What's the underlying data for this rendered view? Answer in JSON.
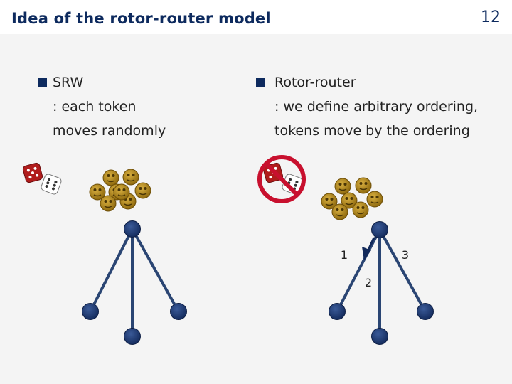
{
  "slide": {
    "title": "Idea of the rotor-router model",
    "page_number": "12"
  },
  "left_bullet": {
    "heading": "SRW",
    "line2": ": each token",
    "line3": "moves randomly"
  },
  "right_bullet": {
    "heading": "Rotor-router",
    "line2": ": we define arbitrary ordering,",
    "line3": "tokens move by the ordering"
  },
  "rotor_order_labels": [
    "1",
    "2",
    "3"
  ],
  "colors": {
    "title": "#0d2a5e",
    "node": "#1d3a73",
    "edge": "#2a4573",
    "token": "#a07a10",
    "prohibit": "#c8102e",
    "dice_red": "#b01c1c"
  },
  "icons": [
    "dice-icon",
    "token-icon",
    "prohibited-icon"
  ]
}
